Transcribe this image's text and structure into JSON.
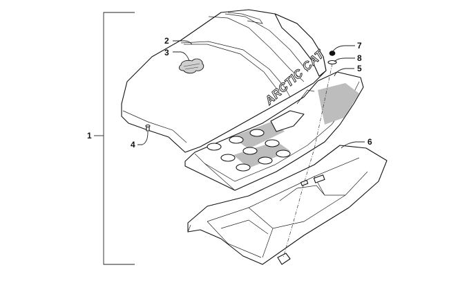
{
  "diagram": {
    "brand_text": "ARCTIC CAT",
    "callouts": [
      {
        "id": "1",
        "label": "1"
      },
      {
        "id": "2",
        "label": "2"
      },
      {
        "id": "3",
        "label": "3"
      },
      {
        "id": "4",
        "label": "4"
      },
      {
        "id": "5",
        "label": "5"
      },
      {
        "id": "6",
        "label": "6"
      },
      {
        "id": "7",
        "label": "7"
      },
      {
        "id": "8",
        "label": "8"
      }
    ]
  }
}
